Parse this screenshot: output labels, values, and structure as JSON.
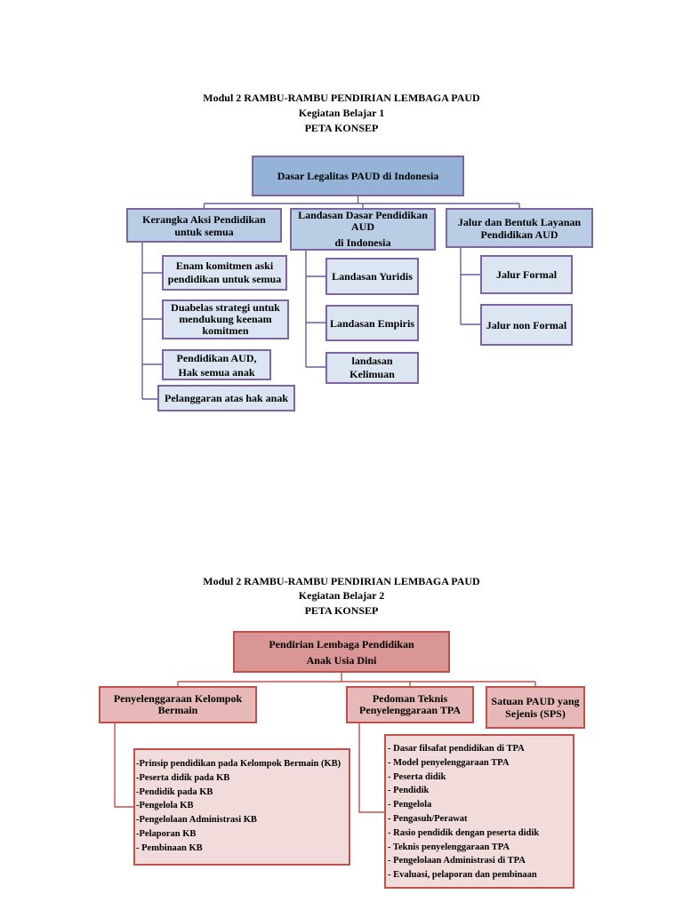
{
  "colors": {
    "map1_root_fill": "#95b3d7",
    "map1_branch_fill": "#b9cde5",
    "map1_leaf_fill": "#dce6f2",
    "map1_border": "#7f64a2",
    "map1_connector": "#6a5c9c",
    "map2_root_fill": "#d99694",
    "map2_branch_fill": "#e6b9b8",
    "map2_leaf_fill": "#f2dcdb",
    "map2_border": "#c0504d",
    "map2_connector": "#c0504d"
  },
  "map1": {
    "header": {
      "module_title": "Modul 2 RAMBU-RAMBU PENDIRIAN LEMBAGA PAUD",
      "activity": "Kegiatan Belajar 1",
      "label": "PETA KONSEP"
    },
    "root": {
      "lines": [
        "Dasar Legalitas PAUD di Indonesia"
      ]
    },
    "branches": [
      {
        "lines": [
          "Kerangka Aksi Pendidikan",
          "untuk semua"
        ],
        "children": [
          {
            "lines": [
              "Enam komitmen aski",
              "pendidikan untuk semua"
            ]
          },
          {
            "lines": [
              "Duabelas strategi untuk",
              "mendukung keenam",
              "komitmen"
            ]
          },
          {
            "lines": [
              "Pendidikan AUD,",
              "Hak semua anak"
            ]
          },
          {
            "lines": [
              "Pelanggaran atas hak anak"
            ]
          }
        ]
      },
      {
        "lines": [
          "Landasan Dasar Pendidikan",
          "AUD",
          "di Indonesia"
        ],
        "children": [
          {
            "lines": [
              "Landasan Yuridis"
            ]
          },
          {
            "lines": [
              "Landasan Empiris"
            ]
          },
          {
            "lines": [
              "landasan",
              "Kelimuan"
            ]
          }
        ]
      },
      {
        "lines": [
          "Jalur dan Bentuk Layanan",
          "Pendidikan AUD"
        ],
        "children": [
          {
            "lines": [
              "Jalur Formal"
            ]
          },
          {
            "lines": [
              "Jalur non Formal"
            ]
          }
        ]
      }
    ]
  },
  "map2": {
    "header": {
      "module_title": "Modul 2 RAMBU-RAMBU PENDIRIAN LEMBAGA PAUD",
      "activity": "Kegiatan Belajar 2",
      "label": "PETA KONSEP"
    },
    "root": {
      "lines": [
        "Pendirian Lembaga Pendidikan",
        "Anak Usia Dini"
      ]
    },
    "branches": [
      {
        "lines": [
          "Penyelenggaraan Kelompok",
          "Bermain"
        ],
        "details": [
          "-Prinsip pendidikan pada Kelompok Bermain (KB)",
          "-Peserta didik pada KB",
          "-Pendidik pada KB",
          "-Pengelola KB",
          "-Pengelolaan Administrasi KB",
          "-Pelaporan KB",
          "- Pembinaan KB"
        ]
      },
      {
        "lines": [
          "Pedoman Teknis",
          "Penyelenggaraan TPA"
        ],
        "details": [
          "- Dasar filsafat pendidikan di TPA",
          "- Model penyelenggaraan TPA",
          "- Peserta didik",
          "- Pendidik",
          "- Pengelola",
          "- Pengasuh/Perawat",
          "- Rasio pendidik dengan peserta didik",
          "- Teknis penyelenggaraan TPA",
          "- Pengelolaan Administrasi di TPA",
          "- Evaluasi, pelaporan dan pembinaan"
        ]
      },
      {
        "lines": [
          "Satuan PAUD yang",
          "Sejenis (SPS)"
        ]
      }
    ]
  }
}
